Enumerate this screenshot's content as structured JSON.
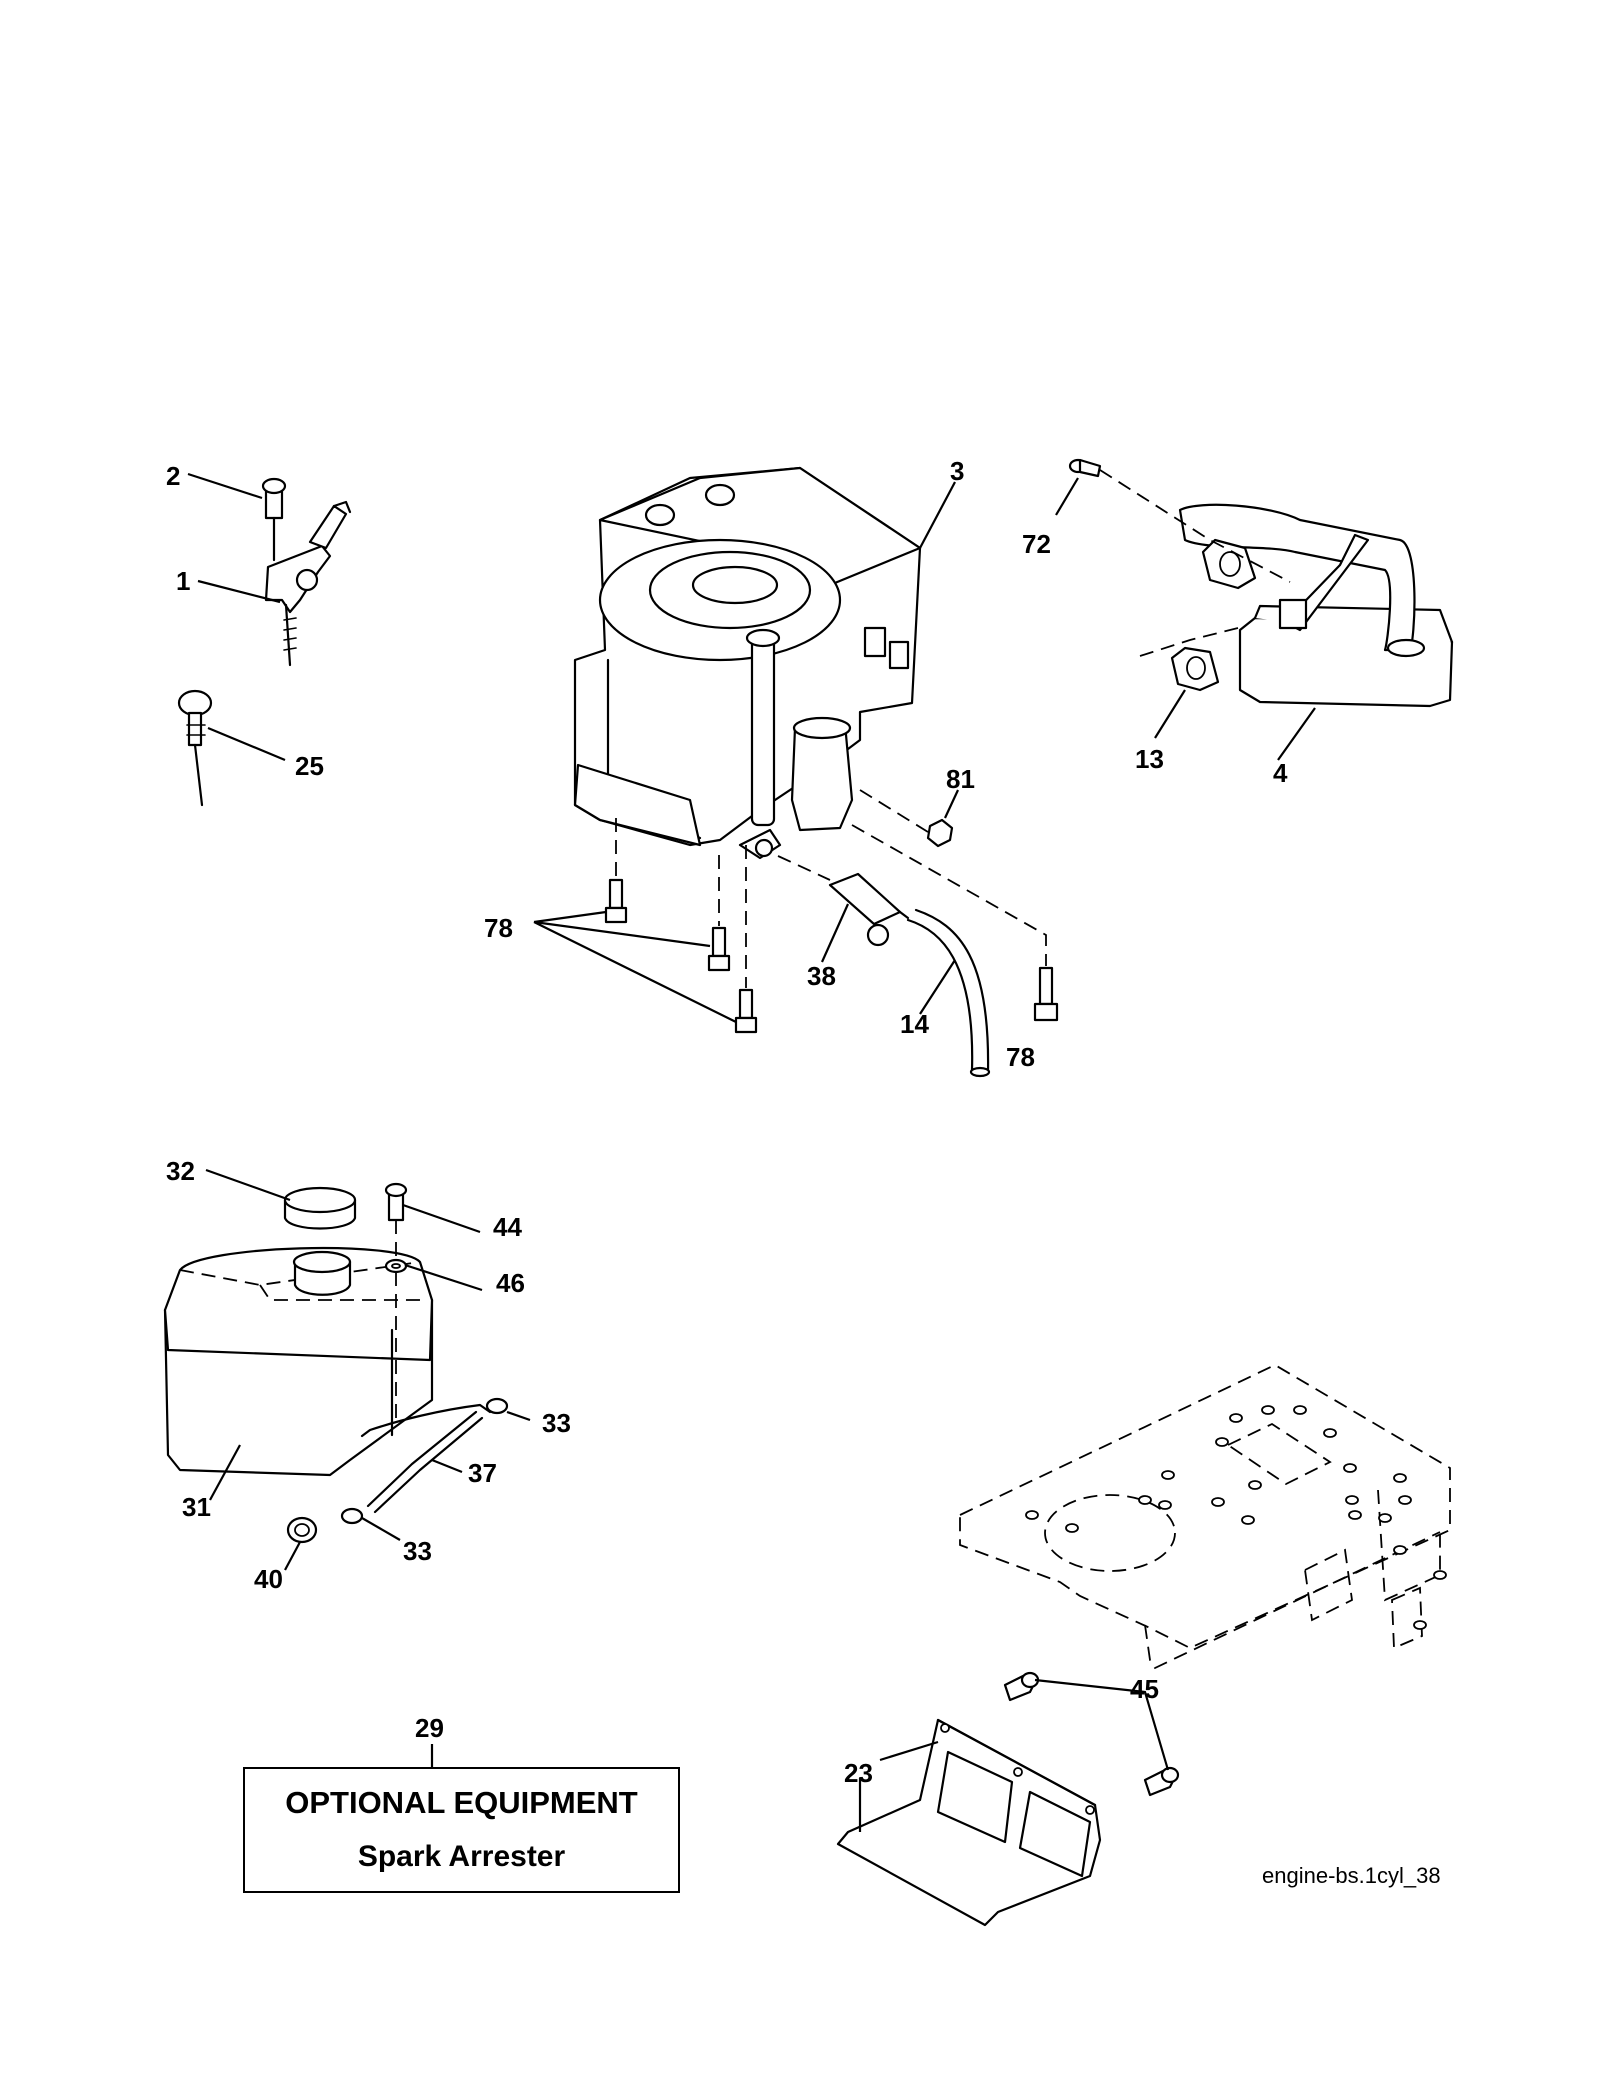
{
  "callouts": {
    "c1": "1",
    "c2": "2",
    "c3": "3",
    "c4": "4",
    "c13": "13",
    "c14": "14",
    "c23": "23",
    "c25": "25",
    "c29": "29",
    "c31": "31",
    "c32": "32",
    "c33a": "33",
    "c33b": "33",
    "c37": "37",
    "c38": "38",
    "c40": "40",
    "c44": "44",
    "c45": "45",
    "c46": "46",
    "c72": "72",
    "c78a": "78",
    "c78b": "78",
    "c81": "81"
  },
  "note": {
    "title": "OPTIONAL EQUIPMENT",
    "subtitle": "Spark Arrester"
  },
  "diagram_id": "engine-bs.1cyl_38"
}
